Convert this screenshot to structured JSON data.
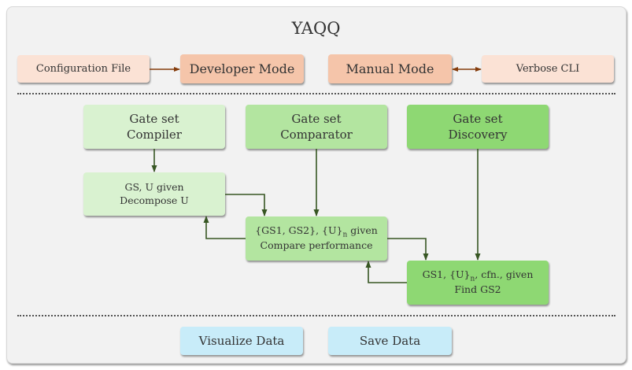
{
  "title": "YAQQ",
  "modes": {
    "config_file": "Configuration File",
    "developer_mode": "Developer Mode",
    "manual_mode": "Manual Mode",
    "verbose_cli": "Verbose CLI"
  },
  "modules": {
    "compiler": {
      "line1": "Gate set",
      "line2": "Compiler"
    },
    "comparator": {
      "line1": "Gate set",
      "line2": "Comparator"
    },
    "discovery": {
      "line1": "Gate set",
      "line2": "Discovery"
    }
  },
  "tasks": {
    "decompose": {
      "line1": "GS, U given",
      "line2": "Decompose U"
    },
    "compare": {
      "line1_a": "{GS1, GS2}, {U}",
      "line1_sub": "n",
      "line1_b": " given",
      "line2": "Compare performance"
    },
    "find": {
      "line1_a": "GS1, {U}",
      "line1_sub": "n",
      "line1_b": ", cfn., given",
      "line2": "Find GS2"
    }
  },
  "outputs": {
    "visualize": "Visualize Data",
    "save": "Save Data"
  },
  "colors": {
    "mode_arrow": "#843c0c",
    "flow_arrow": "#375623"
  }
}
